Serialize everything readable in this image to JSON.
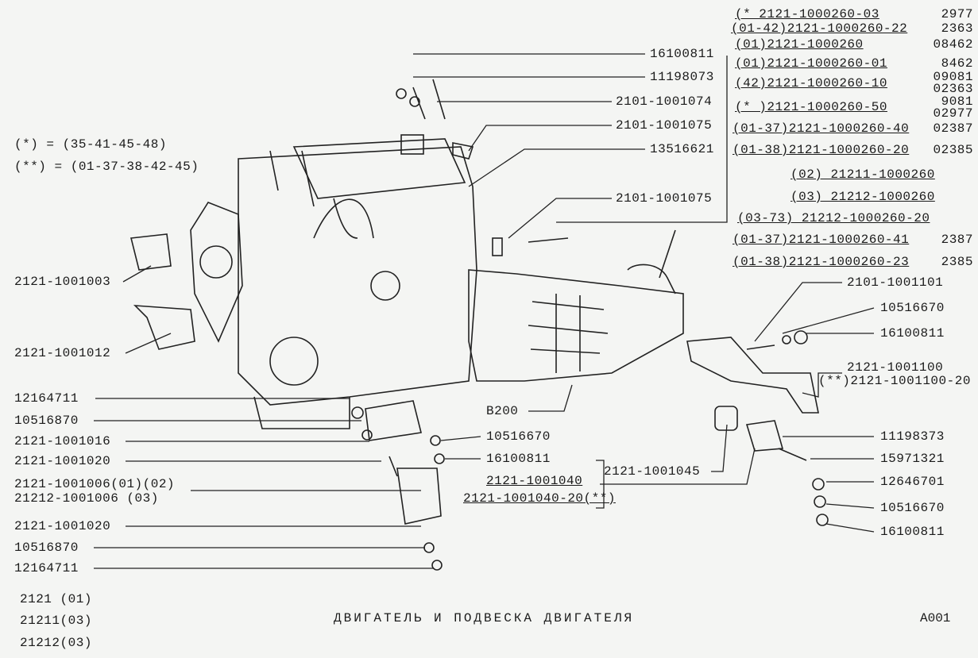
{
  "title": "ДВИГАТЕЛЬ И ПОДВЕСКА ДВИГАТЕЛЯ",
  "sheet": "A001",
  "legend_notes": [
    "(*) = (35-41-45-48)",
    "(**) = (01-37-38-42-45)"
  ],
  "models": [
    "2121 (01)",
    "21211(03)",
    "21212(03)"
  ],
  "engine_variants": [
    {
      "code": "(*   2121-1000260-03",
      "num": "2977"
    },
    {
      "code": "(01-42)2121-1000260-22",
      "num": "2363"
    },
    {
      "code": "(01)2121-1000260",
      "num": "08462"
    },
    {
      "code": "(01)2121-1000260-01",
      "num": "8462"
    },
    {
      "code": "(42)2121-1000260-10",
      "num": "09081 02363"
    },
    {
      "code": "(* )2121-1000260-50",
      "num": "9081 02977"
    },
    {
      "code": "(01-37)2121-1000260-40",
      "num": "02387"
    },
    {
      "code": "(01-38)2121-1000260-20",
      "num": "02385"
    },
    {
      "code": "(02)  21211-1000260",
      "num": ""
    },
    {
      "code": "(03)  21212-1000260",
      "num": ""
    },
    {
      "code": "(03-73)  21212-1000260-20",
      "num": ""
    },
    {
      "code": "(01-37)2121-1000260-41",
      "num": "2387"
    },
    {
      "code": "(01-38)2121-1000260-23",
      "num": "2385"
    }
  ],
  "part_labels": [
    "16100811",
    "11198073",
    "2101-1001074",
    "2101-1001075",
    "13516621",
    "2101-1001075",
    "2121-1001003",
    "2121-1001012",
    "12164711",
    "10516870",
    "2121-1001016",
    "2121-1001020",
    "2121-1001006(01)(02)",
    "21212-1001006 (03)",
    "2121-1001020",
    "10516870",
    "12164711",
    "10516670",
    "16100811",
    "2121-1001040",
    "2121-1001040-20(**)",
    "2121-1001045",
    "B200",
    "2101-1001101",
    "10516670",
    "16100811",
    "2121-1001100",
    "(**)2121-1001100-20",
    "11198373",
    "15971321",
    "12646701",
    "10516670",
    "16100811"
  ]
}
